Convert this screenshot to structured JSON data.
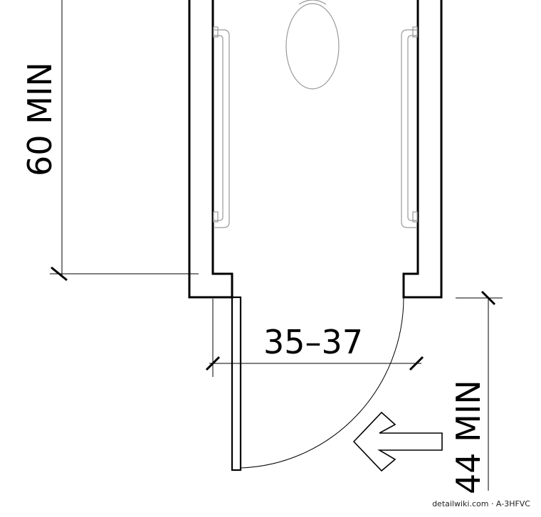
{
  "dimensions": {
    "depth_label": "60 MIN",
    "door_width_label": "35–37",
    "clearance_label": "44 MIN"
  },
  "credit": "detailwiki.com · A-3HFVC",
  "icons": {
    "toilet": "toilet-icon",
    "grab_bar": "grab-bar-icon",
    "arrow": "arrow-left-icon"
  },
  "colors": {
    "line": "#000000",
    "fixture": "#9a9a9a",
    "background": "#ffffff"
  }
}
